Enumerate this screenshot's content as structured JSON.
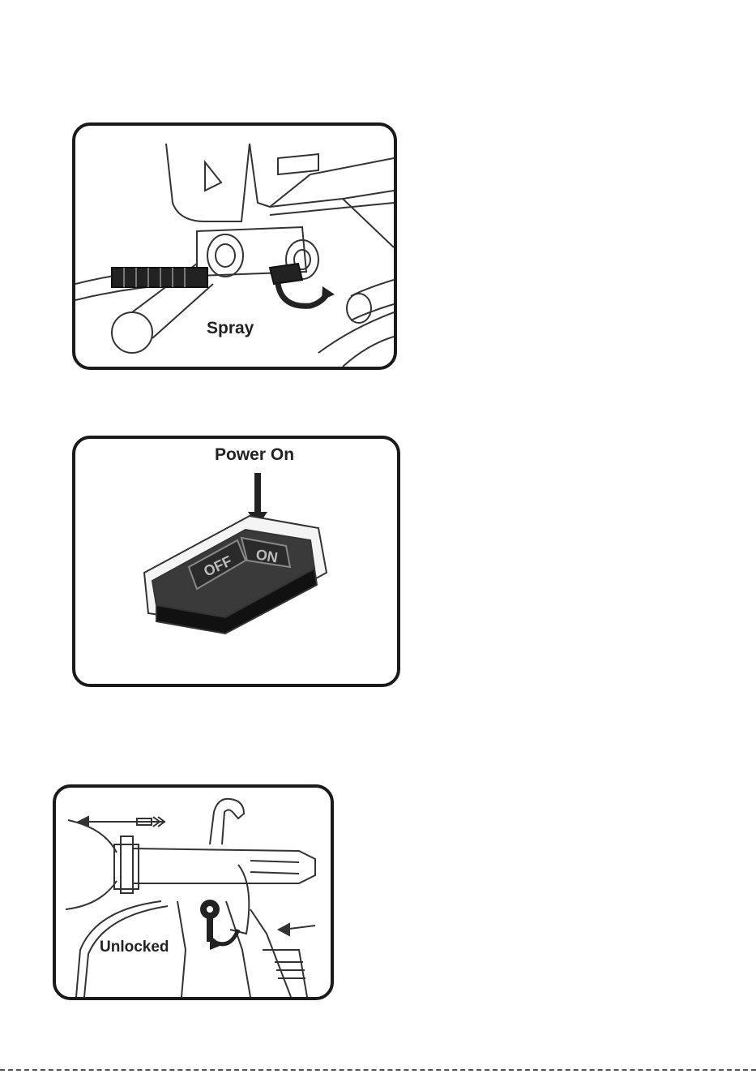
{
  "figures": [
    {
      "id": "spray",
      "caption": "Spray"
    },
    {
      "id": "power",
      "caption": "Power On"
    },
    {
      "id": "gun",
      "caption": "Unlocked"
    }
  ]
}
